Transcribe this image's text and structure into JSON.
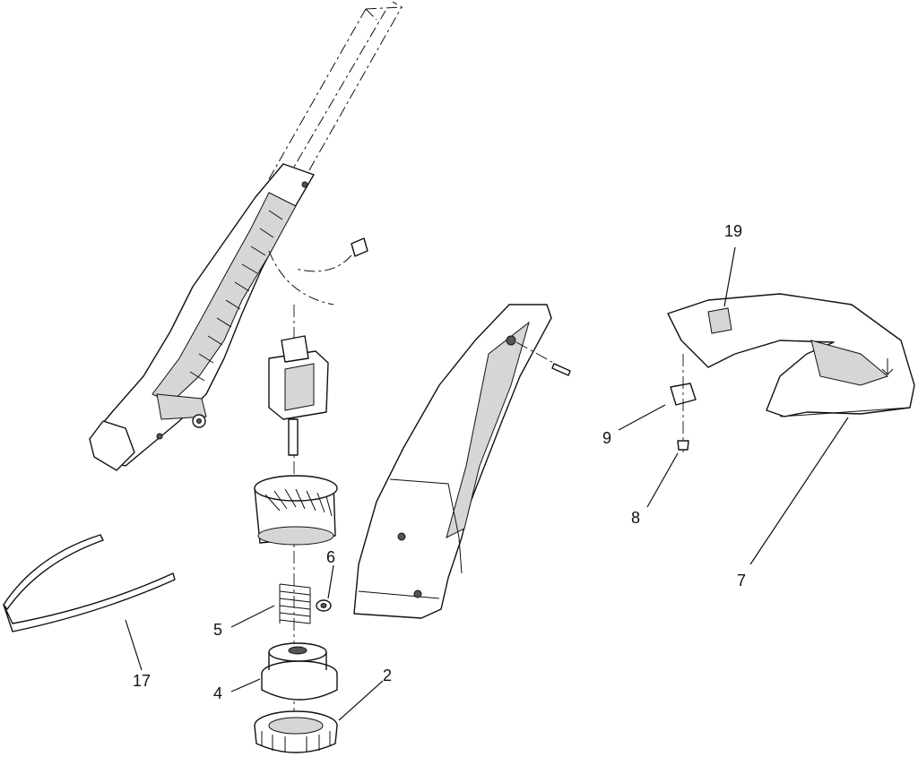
{
  "callouts": {
    "c2": "2",
    "c4": "4",
    "c5": "5",
    "c6": "6",
    "c7": "7",
    "c8": "8",
    "c9": "9",
    "c17": "17",
    "c19": "19"
  }
}
